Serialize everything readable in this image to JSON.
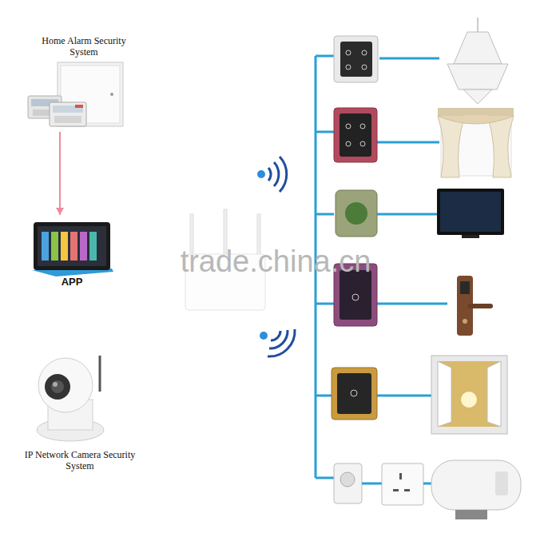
{
  "diagram": {
    "nodes": [
      {
        "text": [
          "Home Alarm Security System"
        ]
      },
      {
        "text": [
          "APP"
        ]
      },
      {
        "text": [
          "IP Network Camera Security System"
        ]
      }
    ],
    "edges": [
      {
        "from": 0,
        "to": 1,
        "arrow": "to"
      }
    ],
    "labels": [
      "trade.china.cn"
    ]
  }
}
